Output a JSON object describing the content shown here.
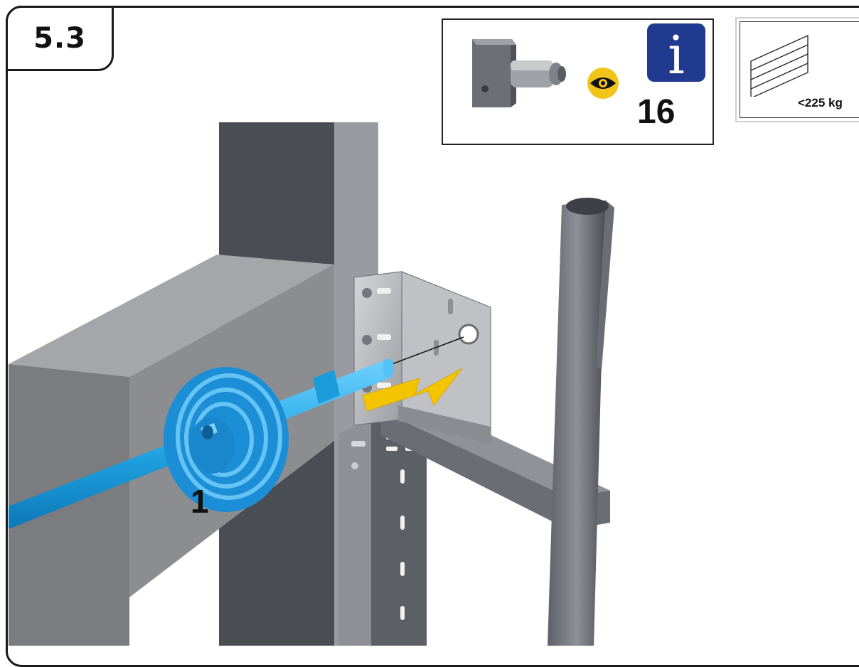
{
  "step": {
    "number": "5.3"
  },
  "info_panel": {
    "part_icon": "shaft-pin-bracket-icon",
    "eye_icon": "eye-icon",
    "info_icon": "info-icon",
    "info_letter": "i",
    "reference_number": "16",
    "colors": {
      "info_blue": "#1f3a8f",
      "eye_yellow": "#f2c419"
    }
  },
  "weight_panel": {
    "icon": "door-panels-icon",
    "label": "<225 kg"
  },
  "illustration": {
    "callout_label": "1",
    "arrow_color": "#f5c400",
    "shaft_color": "#21a9e6",
    "drum_color": "#1e8fd6",
    "wall_color": "#4a4d54",
    "beam_color": "#8a8b8f"
  }
}
